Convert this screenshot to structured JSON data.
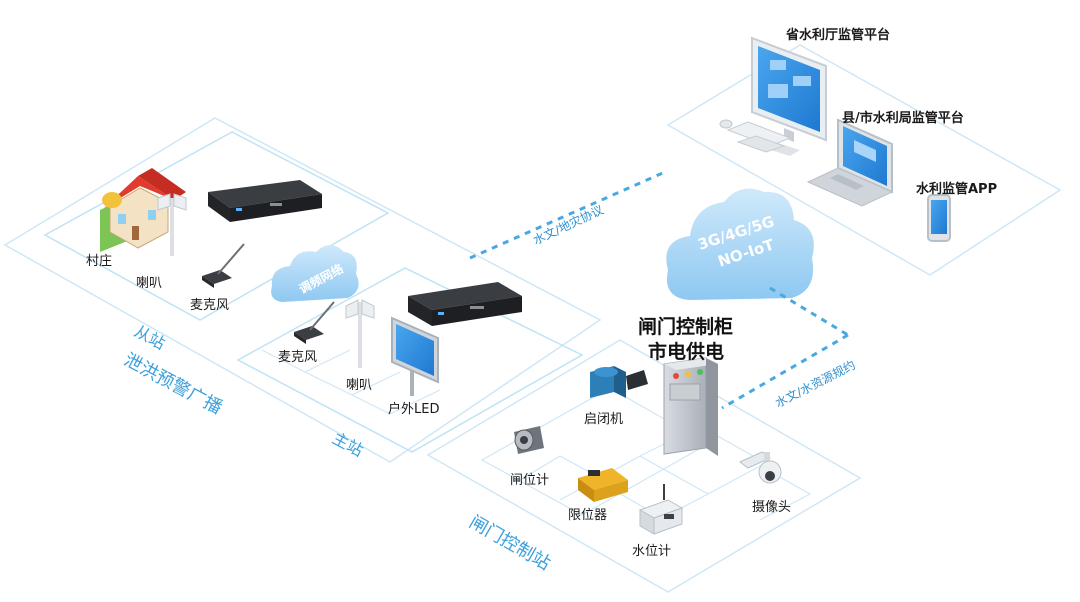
{
  "platforms": {
    "province": "省水利厅监管平台",
    "county": "县/市水利局监管平台",
    "app": "水利监管APP"
  },
  "cloud": {
    "line1": "3G/4G/5G",
    "line2": "NO-IoT",
    "small_cloud": "调频网络"
  },
  "links": {
    "left": "水文/地灾协议",
    "right": "水文/水资源规约"
  },
  "broadcast": {
    "zone_title": "泄洪预警广播",
    "slave_station": "从站",
    "master_station": "主站",
    "village": "村庄",
    "speaker_slave": "喇叭",
    "mic_slave": "麦克风",
    "mic_master": "麦克风",
    "speaker_master": "喇叭",
    "led": "户外LED"
  },
  "gate": {
    "zone_title": "闸门控制站",
    "cabinet_line1": "闸门控制柜",
    "cabinet_line2": "市电供电",
    "hoist": "启闭机",
    "gate_meter": "闸位计",
    "limiter": "限位器",
    "water_meter": "水位计",
    "camera": "摄像头"
  },
  "colors": {
    "zone_line": "#bfe3f6",
    "zone_line_dark": "#7cc3ea",
    "dashed": "#4aa8e0",
    "cloud": "#a9d6f5"
  }
}
